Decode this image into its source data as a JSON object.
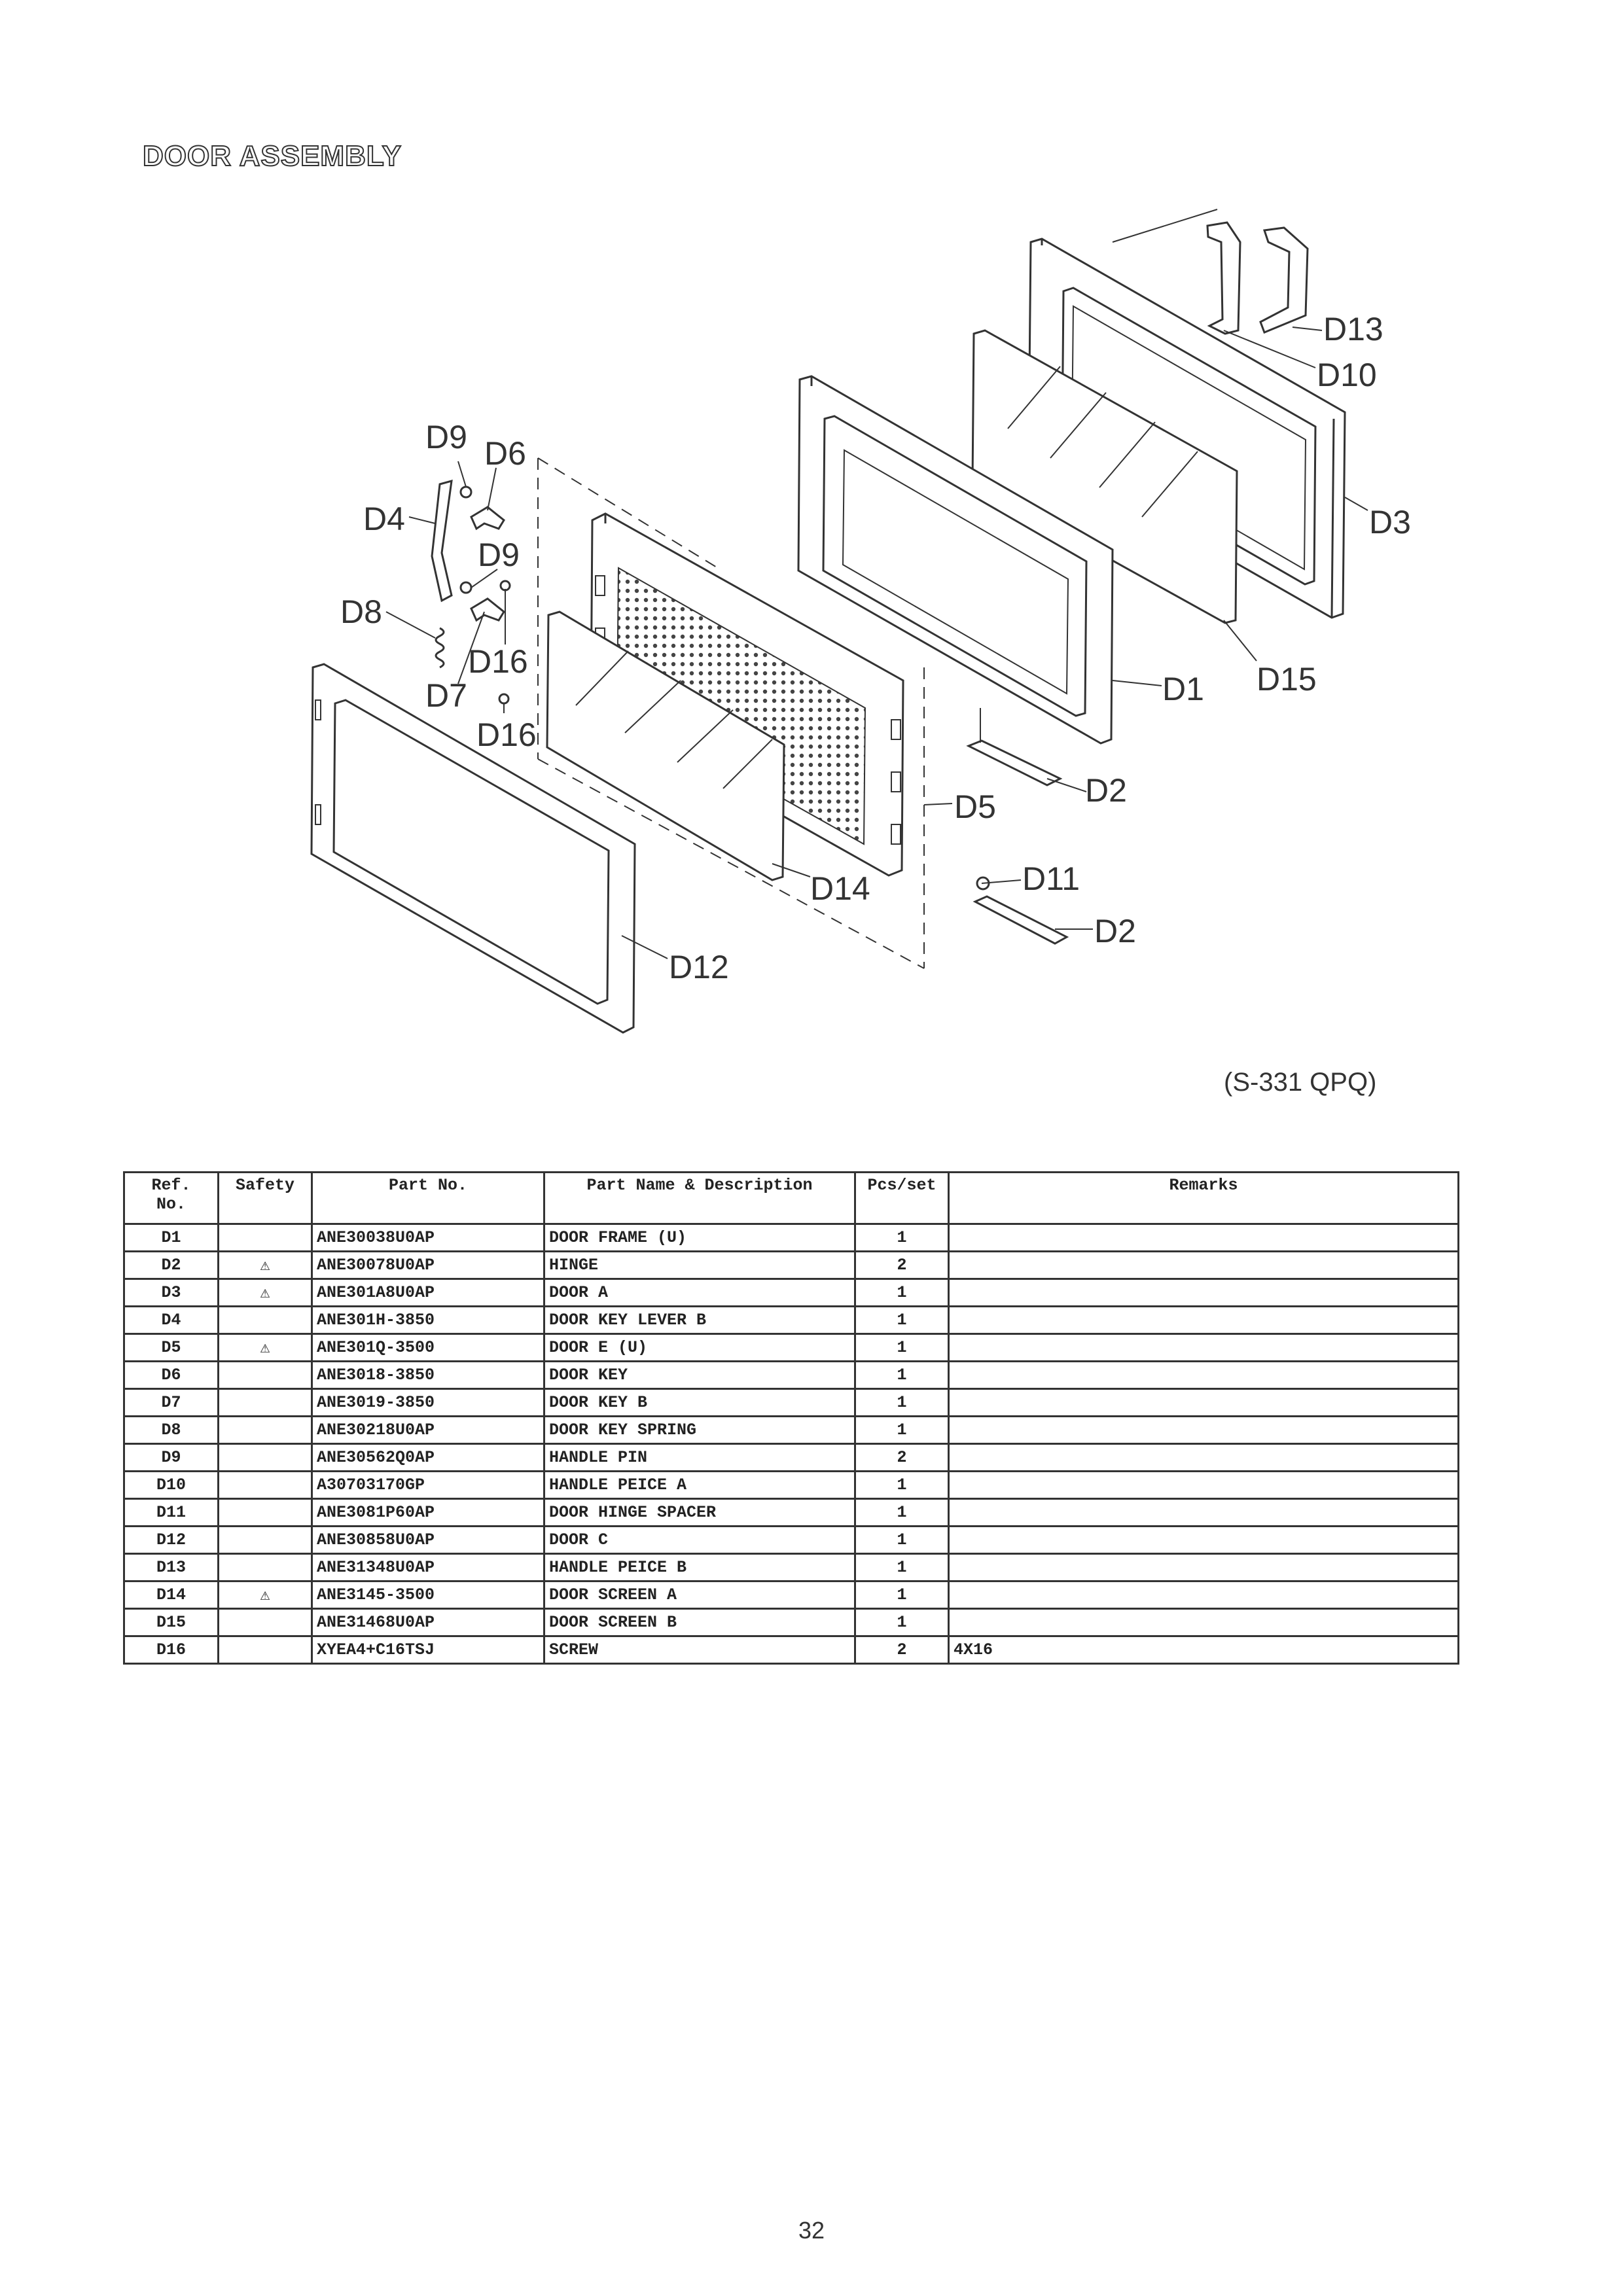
{
  "page": {
    "title": "DOOR ASSEMBLY",
    "diagram_code": "(S-331 QPQ)",
    "page_number": "32"
  },
  "safety_symbol": "⚠",
  "callouts": {
    "d1": "D1",
    "d2a": "D2",
    "d2b": "D2",
    "d3": "D3",
    "d4": "D4",
    "d5": "D5",
    "d6": "D6",
    "d7": "D7",
    "d8": "D8",
    "d9a": "D9",
    "d9b": "D9",
    "d10": "D10",
    "d11": "D11",
    "d12": "D12",
    "d13": "D13",
    "d14": "D14",
    "d15": "D15",
    "d16a": "D16",
    "d16b": "D16"
  },
  "table": {
    "headers": {
      "ref": "Ref.",
      "ref2": "No.",
      "safety": "Safety",
      "part_no": "Part No.",
      "name": "Part Name & Description",
      "pcs": "Pcs/set",
      "remarks": "Remarks"
    },
    "rows": [
      {
        "ref": "D1",
        "safety": "",
        "part_no": "ANE30038U0AP",
        "name": "DOOR FRAME (U)",
        "pcs": "1",
        "remarks": ""
      },
      {
        "ref": "D2",
        "safety": "⚠",
        "part_no": "ANE30078U0AP",
        "name": "HINGE",
        "pcs": "2",
        "remarks": ""
      },
      {
        "ref": "D3",
        "safety": "⚠",
        "part_no": "ANE301A8U0AP",
        "name": "DOOR A",
        "pcs": "1",
        "remarks": ""
      },
      {
        "ref": "D4",
        "safety": "",
        "part_no": "ANE301H-3850",
        "name": "DOOR KEY LEVER B",
        "pcs": "1",
        "remarks": ""
      },
      {
        "ref": "D5",
        "safety": "⚠",
        "part_no": "ANE301Q-3500",
        "name": "DOOR E (U)",
        "pcs": "1",
        "remarks": ""
      },
      {
        "ref": "D6",
        "safety": "",
        "part_no": "ANE3018-3850",
        "name": "DOOR KEY",
        "pcs": "1",
        "remarks": ""
      },
      {
        "ref": "D7",
        "safety": "",
        "part_no": "ANE3019-3850",
        "name": "DOOR KEY B",
        "pcs": "1",
        "remarks": ""
      },
      {
        "ref": "D8",
        "safety": "",
        "part_no": "ANE30218U0AP",
        "name": "DOOR KEY SPRING",
        "pcs": "1",
        "remarks": ""
      },
      {
        "ref": "D9",
        "safety": "",
        "part_no": "ANE30562Q0AP",
        "name": "HANDLE PIN",
        "pcs": "2",
        "remarks": ""
      },
      {
        "ref": "D10",
        "safety": "",
        "part_no": "A30703170GP",
        "name": "HANDLE PEICE A",
        "pcs": "1",
        "remarks": ""
      },
      {
        "ref": "D11",
        "safety": "",
        "part_no": "ANE3081P60AP",
        "name": "DOOR HINGE SPACER",
        "pcs": "1",
        "remarks": ""
      },
      {
        "ref": "D12",
        "safety": "",
        "part_no": "ANE30858U0AP",
        "name": "DOOR C",
        "pcs": "1",
        "remarks": ""
      },
      {
        "ref": "D13",
        "safety": "",
        "part_no": "ANE31348U0AP",
        "name": "HANDLE PEICE B",
        "pcs": "1",
        "remarks": ""
      },
      {
        "ref": "D14",
        "safety": "⚠",
        "part_no": "ANE3145-3500",
        "name": "DOOR SCREEN A",
        "pcs": "1",
        "remarks": ""
      },
      {
        "ref": "D15",
        "safety": "",
        "part_no": "ANE31468U0AP",
        "name": "DOOR SCREEN B",
        "pcs": "1",
        "remarks": ""
      },
      {
        "ref": "D16",
        "safety": "",
        "part_no": "XYEA4+C16TSJ",
        "name": "SCREW",
        "pcs": "2",
        "remarks": "4X16"
      }
    ]
  }
}
